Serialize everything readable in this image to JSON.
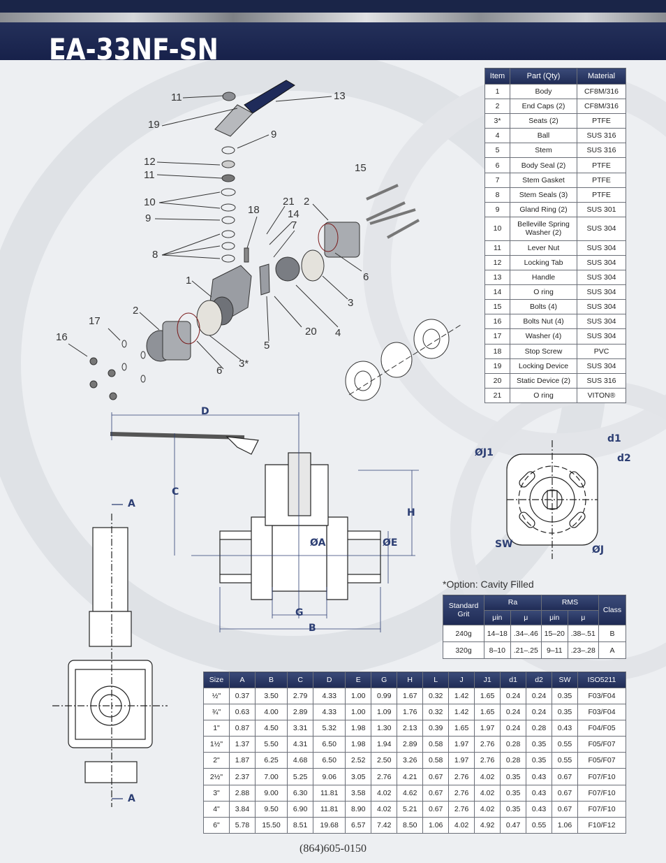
{
  "title": "EA-33NF-SN",
  "phone": "(864)605-0150",
  "note": "*Option: Cavity Filled",
  "colors": {
    "header": "#1a2548",
    "table_header": "#24305a",
    "accent": "#2c3e73"
  },
  "parts_table": {
    "headers": [
      "Item",
      "Part (Qty)",
      "Material"
    ],
    "rows": [
      [
        "1",
        "Body",
        "CF8M/316"
      ],
      [
        "2",
        "End Caps (2)",
        "CF8M/316"
      ],
      [
        "3*",
        "Seats (2)",
        "PTFE"
      ],
      [
        "4",
        "Ball",
        "SUS 316"
      ],
      [
        "5",
        "Stem",
        "SUS 316"
      ],
      [
        "6",
        "Body Seal (2)",
        "PTFE"
      ],
      [
        "7",
        "Stem Gasket",
        "PTFE"
      ],
      [
        "8",
        "Stem Seals (3)",
        "PTFE"
      ],
      [
        "9",
        "Gland Ring (2)",
        "SUS 301"
      ],
      [
        "10",
        "Belleville Spring Washer (2)",
        "SUS 304"
      ],
      [
        "11",
        "Lever Nut",
        "SUS 304"
      ],
      [
        "12",
        "Locking Tab",
        "SUS 304"
      ],
      [
        "13",
        "Handle",
        "SUS 304"
      ],
      [
        "14",
        "O ring",
        "SUS 304"
      ],
      [
        "15",
        "Bolts (4)",
        "SUS 304"
      ],
      [
        "16",
        "Bolts Nut (4)",
        "SUS 304"
      ],
      [
        "17",
        "Washer (4)",
        "SUS 304"
      ],
      [
        "18",
        "Stop Screw",
        "PVC"
      ],
      [
        "19",
        "Locking Device",
        "SUS 304"
      ],
      [
        "20",
        "Static Device (2)",
        "SUS 316"
      ],
      [
        "21",
        "O ring",
        "VITON®"
      ]
    ]
  },
  "grit_table": {
    "headers": {
      "grit": "Standard Grit",
      "ra": "Ra",
      "rms": "RMS",
      "class": "Class",
      "um1": "μin",
      "u1": "μ",
      "um2": "μin",
      "u2": "μ"
    },
    "rows": [
      [
        "240g",
        "14–18",
        ".34–.46",
        "15–20",
        ".38–.51",
        "B"
      ],
      [
        "320g",
        "8–10",
        ".21–.25",
        "9–11",
        ".23–.28",
        "A"
      ]
    ]
  },
  "dims_table": {
    "headers": [
      "Size",
      "A",
      "B",
      "C",
      "D",
      "E",
      "G",
      "H",
      "L",
      "J",
      "J1",
      "d1",
      "d2",
      "SW",
      "ISO5211"
    ],
    "rows": [
      [
        "½\"",
        "0.37",
        "3.50",
        "2.79",
        "4.33",
        "1.00",
        "0.99",
        "1.67",
        "0.32",
        "1.42",
        "1.65",
        "0.24",
        "0.24",
        "0.35",
        "F03/F04"
      ],
      [
        "¾\"",
        "0.63",
        "4.00",
        "2.89",
        "4.33",
        "1.00",
        "1.09",
        "1.76",
        "0.32",
        "1.42",
        "1.65",
        "0.24",
        "0.24",
        "0.35",
        "F03/F04"
      ],
      [
        "1\"",
        "0.87",
        "4.50",
        "3.31",
        "5.32",
        "1.98",
        "1.30",
        "2.13",
        "0.39",
        "1.65",
        "1.97",
        "0.24",
        "0.28",
        "0.43",
        "F04/F05"
      ],
      [
        "1½\"",
        "1.37",
        "5.50",
        "4.31",
        "6.50",
        "1.98",
        "1.94",
        "2.89",
        "0.58",
        "1.97",
        "2.76",
        "0.28",
        "0.35",
        "0.55",
        "F05/F07"
      ],
      [
        "2\"",
        "1.87",
        "6.25",
        "4.68",
        "6.50",
        "2.52",
        "2.50",
        "3.26",
        "0.58",
        "1.97",
        "2.76",
        "0.28",
        "0.35",
        "0.55",
        "F05/F07"
      ],
      [
        "2½\"",
        "2.37",
        "7.00",
        "5.25",
        "9.06",
        "3.05",
        "2.76",
        "4.21",
        "0.67",
        "2.76",
        "4.02",
        "0.35",
        "0.43",
        "0.67",
        "F07/F10"
      ],
      [
        "3\"",
        "2.88",
        "9.00",
        "6.30",
        "11.81",
        "3.58",
        "4.02",
        "4.62",
        "0.67",
        "2.76",
        "4.02",
        "0.35",
        "0.43",
        "0.67",
        "F07/F10"
      ],
      [
        "4\"",
        "3.84",
        "9.50",
        "6.90",
        "11.81",
        "8.90",
        "4.02",
        "5.21",
        "0.67",
        "2.76",
        "4.02",
        "0.35",
        "0.43",
        "0.67",
        "F07/F10"
      ],
      [
        "6\"",
        "5.78",
        "15.50",
        "8.51",
        "19.68",
        "6.57",
        "7.42",
        "8.50",
        "1.06",
        "4.02",
        "4.92",
        "0.47",
        "0.55",
        "1.06",
        "F10/F12"
      ]
    ]
  },
  "callouts": [
    "11",
    "13",
    "19",
    "9",
    "12",
    "11",
    "15",
    "10",
    "18",
    "21",
    "2",
    "9",
    "14",
    "7",
    "8",
    "1",
    "6",
    "3",
    "2",
    "17",
    "20",
    "4",
    "16",
    "5",
    "3*",
    "6"
  ],
  "dim_labels": {
    "D": "D",
    "C": "C",
    "H": "H",
    "A": "A",
    "E": "ØE",
    "OA": "ØA",
    "G": "G",
    "B": "B",
    "J1": "ØJ1",
    "J": "ØJ",
    "d1": "d1",
    "d2": "d2",
    "SW": "SW",
    "A_top": "A",
    "A_bot": "A"
  }
}
